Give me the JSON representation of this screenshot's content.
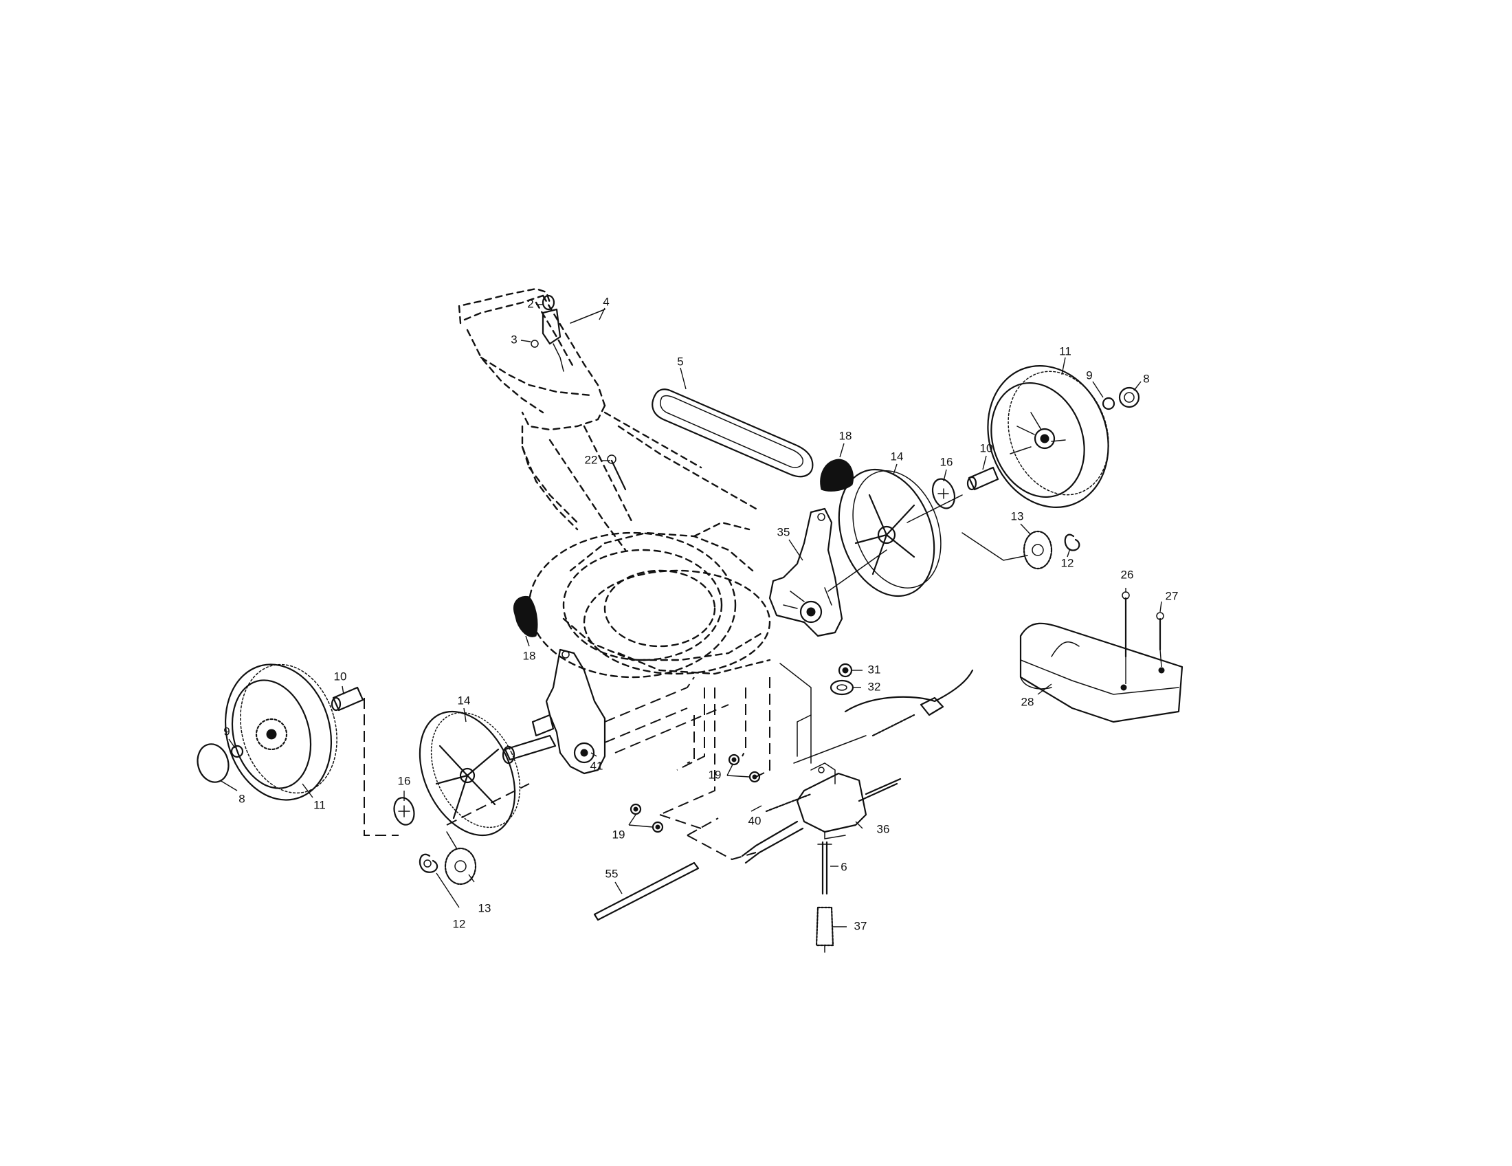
{
  "diagram": {
    "labels": {
      "l_2": "2",
      "l_3": "3",
      "l_4": "4",
      "l_5": "5",
      "l_11_r": "11",
      "l_9_r": "9",
      "l_8_r": "8",
      "l_18_r": "18",
      "l_14_r": "14",
      "l_16_r": "16",
      "l_10_r": "10",
      "l_22": "22",
      "l_35": "35",
      "l_13_r": "13",
      "l_12_r": "12",
      "l_26": "26",
      "l_27": "27",
      "l_28": "28",
      "l_18_l": "18",
      "l_10_l": "10",
      "l_9_l": "9",
      "l_8_l": "8",
      "l_11_l": "11",
      "l_14_l": "14",
      "l_16_l": "16",
      "l_41": "41",
      "l_31": "31",
      "l_32": "32",
      "l_19_a": "19",
      "l_19_b": "19",
      "l_40": "40",
      "l_36": "36",
      "l_6": "6",
      "l_55": "55",
      "l_37": "37",
      "l_13_l": "13",
      "l_12_l": "12"
    }
  }
}
